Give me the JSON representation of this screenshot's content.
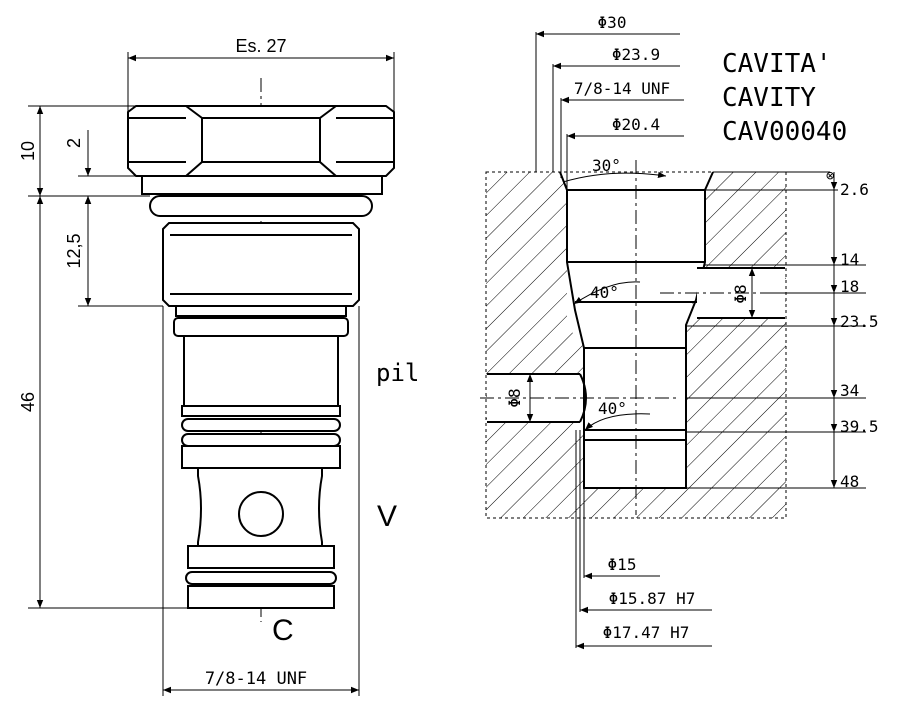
{
  "cartridge": {
    "hex_size": "Es. 27",
    "dim_10": "10",
    "dim_2": "2",
    "dim_12_5": "12,5",
    "dim_46": "46",
    "thread": "7/8-14 UNF",
    "port_pil": "pil",
    "port_v": "V",
    "port_c": "C"
  },
  "cavity": {
    "title_it": "CAVITA'",
    "title_en": "CAVITY",
    "code": "CAV00040",
    "dia_30": "Φ30",
    "dia_23_9": "Φ23.9",
    "thread": "7/8-14 UNF",
    "dia_20_4": "Φ20.4",
    "angle_30": "30°",
    "angle_40a": "40°",
    "angle_40b": "40°",
    "dia_8_right": "Φ8",
    "dia_8_left": "Φ8",
    "depth_2_6": "2.6",
    "depth_14": "14",
    "depth_18": "18",
    "depth_23_5": "23.5",
    "depth_34": "34",
    "depth_39_5": "39.5",
    "depth_48": "48",
    "dia_15": "Φ15",
    "dia_15_87": "Φ15.87 H7",
    "dia_17_47": "Φ17.47 H7"
  }
}
